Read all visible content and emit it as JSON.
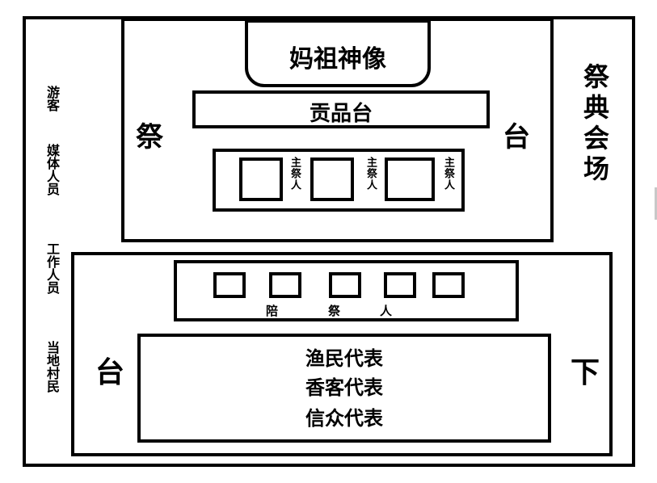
{
  "venue_label": "祭典会场",
  "stage": {
    "left_label": "祭",
    "right_label": "台",
    "statue": "妈祖神像",
    "offering_table": "贡品台",
    "officiant_label": "主祭人"
  },
  "lower_stage": {
    "left_label": "台",
    "right_label": "下",
    "assistants": {
      "char1": "陪",
      "char2": "祭",
      "char3": "人"
    },
    "representatives": [
      "渔民代表",
      "香客代表",
      "信众代表"
    ]
  },
  "audience": {
    "groups": [
      "游客",
      "媒体人员",
      "工作人员",
      "当地村民"
    ]
  }
}
